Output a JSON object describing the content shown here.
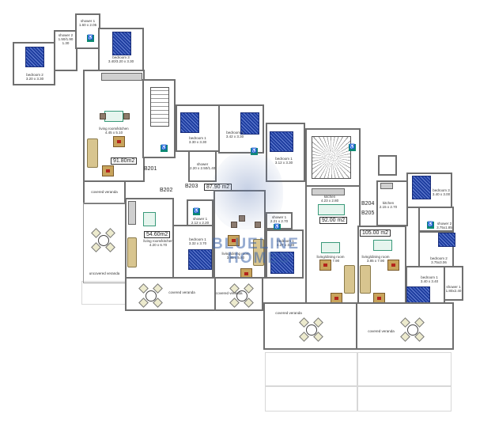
{
  "plan": {
    "type": "apartment floor plan",
    "watermark": {
      "line1": "BLUELINE",
      "line2": "HOMES"
    },
    "units": [
      {
        "id": "B201",
        "area": "91.80m2",
        "rooms": [
          {
            "name": "bedroom 2",
            "size": "3.20 x 3.30"
          },
          {
            "name": "shower 2",
            "size": "1.50/1.90 x 1.30"
          },
          {
            "name": "shower 1",
            "size": "1.60 x 2.05"
          },
          {
            "name": "bedroom 3",
            "size": "3.40/3.20 x 3.30"
          },
          {
            "name": "living room/kitchen",
            "size": "4.45 x 5.10"
          },
          {
            "name": "covered veranda",
            "size": ""
          },
          {
            "name": "uncovered veranda",
            "size": ""
          }
        ]
      },
      {
        "id": "B202",
        "area": "54.60m2",
        "rooms": [
          {
            "name": "living room/kitchen",
            "size": "4.20 x 6.70"
          },
          {
            "name": "shower 1",
            "size": "2.12 x 2.20"
          },
          {
            "name": "bedroom 1",
            "size": "3.32 x 3.70"
          },
          {
            "name": "covered veranda",
            "size": ""
          }
        ]
      },
      {
        "id": "B203",
        "area": "87.90 m2",
        "rooms": [
          {
            "name": "bedroom 1",
            "size": "3.30 x 3.30"
          },
          {
            "name": "bedroom 2",
            "size": "3.42 x 3.30"
          },
          {
            "name": "shower",
            "size": "2.20 x 2.50/1.40"
          },
          {
            "name": "living/dining room",
            "size": "3.85 x 5.80"
          },
          {
            "name": "shower 1",
            "size": "2.21 x 2.70"
          },
          {
            "name": "bedroom 1",
            "size": "3.27 x 3.20"
          },
          {
            "name": "bedroom 1",
            "size": "3.12 x 3.30"
          },
          {
            "name": "covered veranda",
            "size": ""
          }
        ]
      },
      {
        "id": "B204",
        "area": "92.00 m2",
        "rooms": [
          {
            "name": "kitchen",
            "size": "4.23 x 2.80"
          },
          {
            "name": "living/dining room",
            "size": "3.90 x 7.90"
          },
          {
            "name": "covered veranda",
            "size": ""
          }
        ]
      },
      {
        "id": "B205",
        "area": "105.00 m2",
        "rooms": [
          {
            "name": "kitchen",
            "size": "2.15 x 2.70"
          },
          {
            "name": "bedroom 3",
            "size": "3.40 x 3.00"
          },
          {
            "name": "shower 2",
            "size": "3.75x1.85"
          },
          {
            "name": "bedroom 2",
            "size": "3.75x3.06"
          },
          {
            "name": "bedroom 1",
            "size": "3.40 x 3.40"
          },
          {
            "name": "shower 1",
            "size": "1.80x2.40"
          },
          {
            "name": "living/dining room",
            "size": "3.85 x 7.90"
          },
          {
            "name": "covered veranda",
            "size": ""
          }
        ]
      }
    ]
  },
  "labels": {
    "u1_bed2": "bedroom 2",
    "u1_bed2_s": "3.20 x 3.30",
    "u1_sh2": "shower 2",
    "u1_sh2_s": "1.50/1.90",
    "u1_sh2_s2": "1.30",
    "u1_sh1": "shower 1",
    "u1_sh1_s": "1.60 x 2.05",
    "u1_bed3": "bedroom 3",
    "u1_bed3_s": "3.40/3.20 x 3.30",
    "u1_liv": "living room/kitchen",
    "u1_liv_s": "4.45 x 5.10",
    "u1_area": "91.80m2",
    "u1_id": "B201",
    "u1_cov": "covered veranda",
    "u1_uncov": "uncovered veranda",
    "u2_id": "B202",
    "u2_area": "54.60m2",
    "u2_liv": "living room/kitchen",
    "u2_liv_s": "4.20 x 6.70",
    "u2_sh": "shower 1",
    "u2_sh_s": "2.12 x 2.20",
    "u2_bed": "bedroom 1",
    "u2_bed_s": "3.32 x 3.70",
    "u2_cov": "covered veranda",
    "u3_id": "B203",
    "u3_area": "87.90 m2",
    "u3_bed1": "bedroom 1",
    "u3_bed1_s": "3.30 x 3.30",
    "u3_bed2": "bedroom 2",
    "u3_bed2_s": "3.42 x 3.30",
    "u3_sh": "shower",
    "u3_sh_s": "2.20 x 2.50/1.40",
    "u3_liv": "living/dining room",
    "u3_liv_s": "3.85 x 5.80",
    "u3_sh1": "shower 1",
    "u3_sh1_s": "2.21 x 2.70",
    "u3_bedb": "bedroom 1",
    "u3_bedb_s": "3.27 x 3.20",
    "u3_bedc": "bedroom 1",
    "u3_bedc_s": "3.12 x 3.30",
    "u3_cov": "covered veranda",
    "u4_id": "B204",
    "u4_area": "92.00 m2",
    "u4_kit": "kitchen",
    "u4_kit_s": "4.23 x 2.80",
    "u4_liv": "living/dining room",
    "u4_liv_s": "3.90 x 7.90",
    "u4_cov": "covered veranda",
    "u5_id": "B205",
    "u5_area": "105.00 m2",
    "u5_kit": "kitchen",
    "u5_kit_s": "2.15 x 2.70",
    "u5_bed3": "bedroom 3",
    "u5_bed3_s": "3.40 x 3.00",
    "u5_sh2": "shower 2",
    "u5_sh2_s": "3.75x1.85",
    "u5_bed2": "bedroom 2",
    "u5_bed2_s": "3.75x3.06",
    "u5_bed1": "bedroom 1",
    "u5_bed1_s": "3.40 x 3.40",
    "u5_sh1": "shower 1",
    "u5_sh1_s": "1.80x2.40",
    "u5_liv": "living/dining room",
    "u5_liv_s": "3.85 x 7.90",
    "u5_cov": "covered veranda",
    "wm1": "BLUELINE",
    "wm2": "HOMES",
    "acc": "♿"
  }
}
